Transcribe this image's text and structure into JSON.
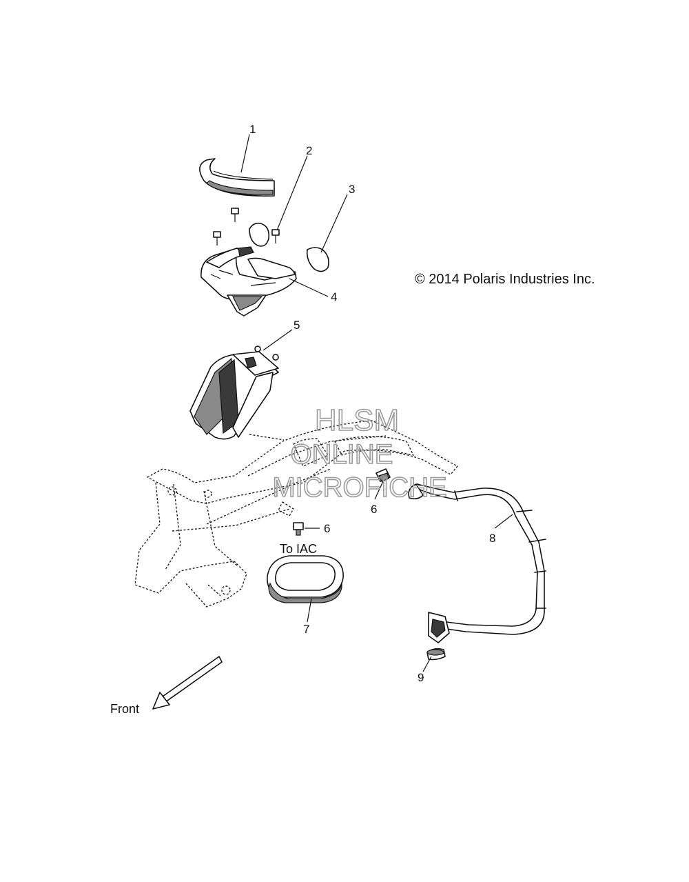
{
  "copyright": "© 2014 Polaris Industries Inc.",
  "watermark": {
    "line1": "HLSM",
    "line2": "ONLINE",
    "line3": "MICROFICHE"
  },
  "callouts": {
    "c1": "1",
    "c2": "2",
    "c3": "3",
    "c4": "4",
    "c5": "5",
    "c6a": "6",
    "c6b": "6",
    "c7": "7",
    "c8": "8",
    "c9": "9"
  },
  "notes": {
    "to_iac": "To IAC",
    "front": "Front"
  }
}
